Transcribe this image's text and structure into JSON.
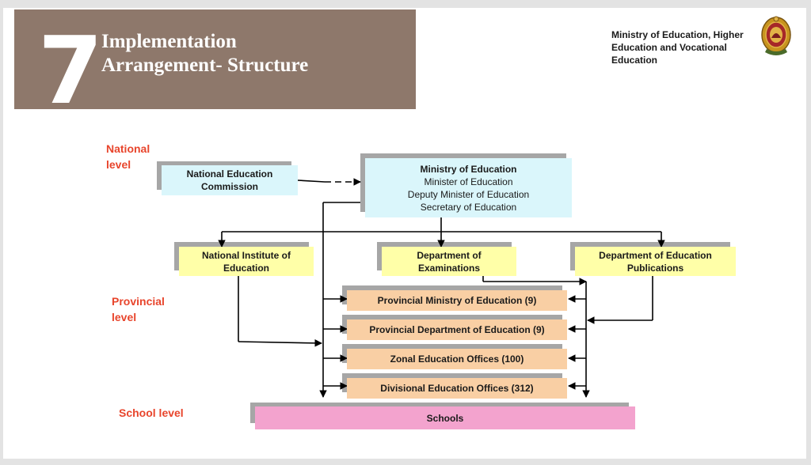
{
  "header": {
    "section_number": "7",
    "title_line1": "Implementation",
    "title_line2": "Arrangement- Structure",
    "ministry_line1": "Ministry of Education, Higher",
    "ministry_line2": "Education and Vocational",
    "ministry_line3": "Education",
    "emblem_icon": "sri-lanka-emblem-icon"
  },
  "levels": {
    "national": [
      "National",
      "level"
    ],
    "provincial": [
      "Provincial",
      "level"
    ],
    "school": "School level"
  },
  "nodes": {
    "nec": [
      "National Education",
      "Commission"
    ],
    "moe": {
      "title": "Ministry of Education",
      "lines": [
        "Minister of Education",
        "Deputy Minister of Education",
        "Secretary of Education"
      ]
    },
    "nie": [
      "National Institute of",
      "Education"
    ],
    "doe": [
      "Department of",
      "Examinations"
    ],
    "dep": [
      "Department of Education",
      "Publications"
    ],
    "pme": "Provincial Ministry of Education (9)",
    "pde": "Provincial Department of Education (9)",
    "zeo": "Zonal Education Offices (100)",
    "deo": "Divisional Education Offices (312)",
    "schools": "Schools"
  },
  "colors": {
    "banner": "#8e786b",
    "level_label": "#e8452c",
    "national_box": "#daf6fb",
    "institute_box": "#ffffa8",
    "provincial_box": "#f9cfa4",
    "school_box": "#f3a3ce"
  }
}
